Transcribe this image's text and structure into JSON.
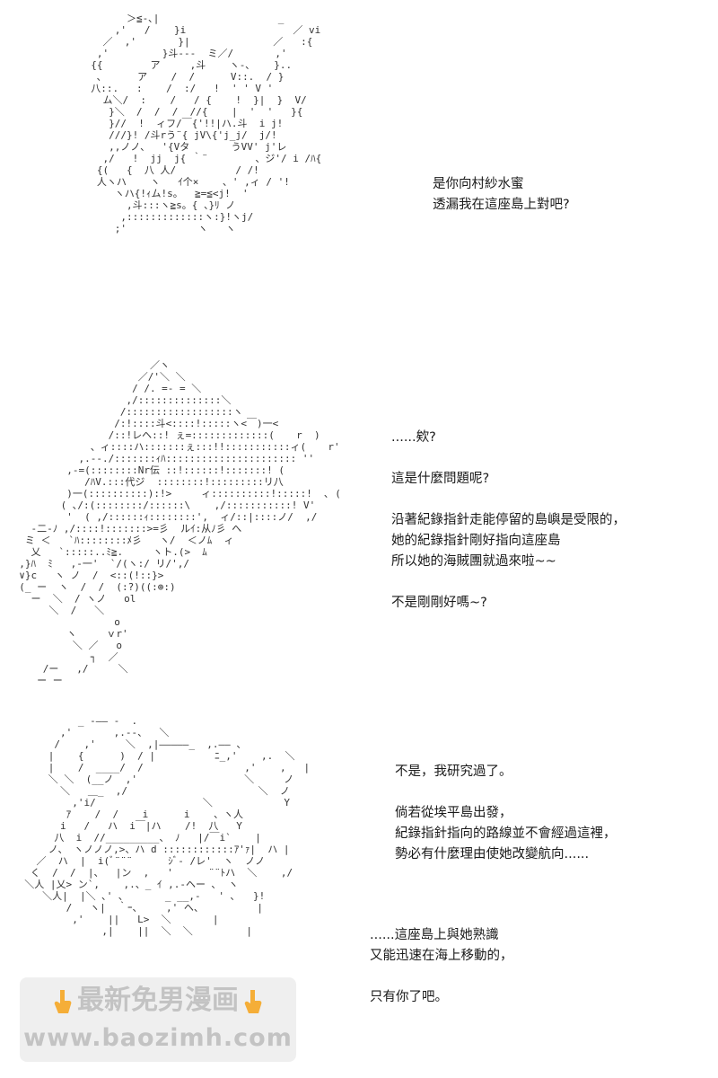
{
  "panels": [
    {
      "art": "        ＞≦-､|                    _\n      ,'   /    }i                  ／ vi\n    ／  ,'       }|              ／   :{\n   ,'         }斗---  ミ／/       ,'\n  {{        ア     ,斗    ヽ-､    }..\n   ､      ア    /  /      V::.  / }\n  八::.   :    /  :/   !  ' ' V '\n    ム＼/  :    /   / {    !  }|  }  V/\n     }＼  /  /  /  //{    |  '  '   }{\n     }//  !  ィフ/￣{'!!|ハ.斗  i j!\n     ///}! /斗rう¨{ jV\\{'j_j/  j/!\n     ,,ノノ、  '{Vタ       うVV' j'レ\n    ,/   !  jj  j{ ｀¨        、ジ'/ i /ﾊ{\n   {(   {  八 人/          / /!\n   人ヽハ    ヽ   ｲ个×    、' ,ィ / '!\n      ヽハ{!ｨム!s。  ≧=≦<j!  '\n        ,斗:::ヽ≧s。{ 、}ﾘ ノ\n       ,:::::::::::::ヽ:}!ヽj/\n      ;'            ヽ   ヽ",
      "lines": [
        "是你向村紗水蜜",
        "透漏我在這座島上對吧?"
      ]
    },
    {
      "art": "                        ／ヽ\n                      ／/'＼ ＼\n                     / /. =- = ＼\n                    ,/::::::::::::::＼\n                   /::::::::::::::::::ヽ\n                  /:!::::斗<::::!:::::ヽ<￣)一<\n                 /::!レヘ::! ぇ=:::::::::::::(　  r  )\n              、ィ::::ハ:::::::ぇ:::!!:::::::::::ィ(　  r'\n            ,.--./:::::::ｨﾊ:::::::::::::::::::::: ''\n          ,-=(::::::::Nr伝 ::!::::::!:::::::! (\n             /ﾊV.:::代ジ  ::::::::!:::::::::リ八\n          )一(::::::::::):!>     ィ::::::::::!:::::!  ､ (\n         ( ､/:(::::::::/::::::\\    ,/:::::::::::! V'\n          '  ( ,/::::::ｨ::::::::',  ィ/::|::::ノ/  ,/\n    -二-ﾉ ,/::::!:::::::>=彡  ルｲ:从ﾉ彡 へ\n   ミ ＜   `ﾊ::::::::ﾒ彡   ヽ/  ＜ノﾑ  ィ\n    乂   `:::::..ﾐ≧.     ヽト.(>  ﾑ\n  ,}ﾊ  ﾐ   ,-一'  `/(ヽ:/ リ/',/\n  ∨}c   ヽ ノ  /  <::(!::}>\n  (_ ー  ヽ  /  /  (:?)((:⊕:)\n    ー  ＼  / ヽノ   ol\n       ＼  /   ＼  \n                  o\n          ヽ     ｖr'\n           ＼ ／   o\n              ┐  ／\n      /ー   ,/     ＼\n     ー ー",
      "lines": [
        "......欸?",
        "",
        "這是什麼問題呢?",
        "",
        "沿著紀錄指針走能停留的島嶼是受限的，",
        "她的紀錄指針剛好指向這座島",
        "所以她的海賊團就過來啦~~",
        "",
        "不是剛剛好嗎~?"
      ]
    },
    {
      "art": "           _ -―― -  .\n        ,'       ,.--、  ＼\n       /    ,'     ＼  ,|―――――_  ,.―― 、\n      |    {      )  / |          ﾆ_,'    ,.  ＼\n      |    /  ____/  /                 ,'    ,   |\n      ＼ ＼  (__ノ  ,'                  ＼     ノ\n        ＼   ＿_  ,/                      ＼  ノ\n          ,'i/                  ＼            Y\n         ｱ    /  /    i      i    、ヽ人\n        i   /   ハ  i￣|ハ    /!  八   Y\n       八  i  //_________、 ﾉ   |/￣i`    |\n      ノ、 ヽノノノ,>、ハ d ::::::::::::ｱ'ｧ|  ハ |\n    ／  ハ  |  i(ﾞ¨¨¨      ｼﾞ- /レ'  ヽ  ノノ\n   く  /  /  |、  |ン  ,   '      ¨¨ﾄハ  ＼    ,/\n  ＼人 |乂> ン`,    ,.、_ ｲ ,.-ヘー ､  ヽ\n     ＼人|  |＼ ､' ､       _ __,-   ' ､   }!\n         /   ヽ|  ｀ｰ、    ,' ヘ、         |\n          ,'    ||   L>  ＼       |\n               ,|    ||  ＼  ＼         |",
      "lines": [
        "不是，我研究過了。",
        "",
        "倘若從埃平島出發，",
        "紀錄指針指向的路線並不會經過這裡，",
        "勢必有什麼理由使她改變航向......"
      ],
      "lines2": [
        "......這座島上與她熟識",
        "又能迅速在海上移動的，",
        "",
        "只有你了吧。"
      ]
    }
  ],
  "watermark": {
    "title": "最新免男漫画",
    "url": "www.baozimh.com",
    "icon": "pointing-hand-icon",
    "icon_color": "#f5a623"
  }
}
